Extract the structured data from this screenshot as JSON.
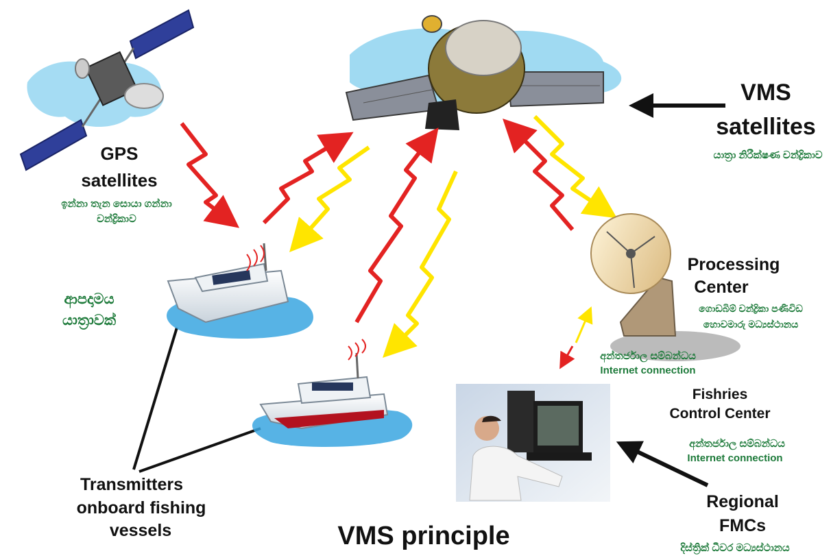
{
  "title": "VMS principle",
  "gps": {
    "title_line1": "GPS",
    "title_line2": "satellites",
    "sinhala_line1": "ඉන්නා තැන සොයා ගන්නා",
    "sinhala_line2": "චන්ද්‍රිකාව"
  },
  "vms": {
    "title_line1": "VMS",
    "title_line2": "satellites",
    "sinhala": "යාත්‍රා නිරීක්ෂණ චන්ද්‍රිකාව"
  },
  "processing": {
    "title_line1": "Processing",
    "title_line2": "Center",
    "sinhala_line1": "ගොඩබිම් චන්ද්‍රිකා පණිවිඩ",
    "sinhala_line2": "හොවමාරු මධ්‍යස්ථානය"
  },
  "internet_top": {
    "sinhala": "අන්තර්ජාල සම්බන්ධය",
    "english": "Internet connection"
  },
  "fcc": {
    "title_line1": "Fishries",
    "title_line2": "Control Center"
  },
  "internet_bottom": {
    "sinhala": "අන්තර්ජාල සම්බන්ධය",
    "english": "Internet connection"
  },
  "regional": {
    "title_line1": "Regional",
    "title_line2": "FMCs",
    "sinhala": "දිස්ත්‍රික් ධීවර මධ්‍යස්ථානය"
  },
  "distress": {
    "sinhala_line1": "ආපදාමය",
    "sinhala_line2": "යාත්‍රාවක්"
  },
  "transmitters": {
    "line1": "Transmitters",
    "line2": "onboard fishing",
    "line3": "vessels"
  },
  "colors": {
    "uplink": "#e32322",
    "downlink": "#ffe500",
    "sky": "#8fd3f0",
    "water": "#3aa6e0",
    "label_green": "#1d7a3a"
  }
}
